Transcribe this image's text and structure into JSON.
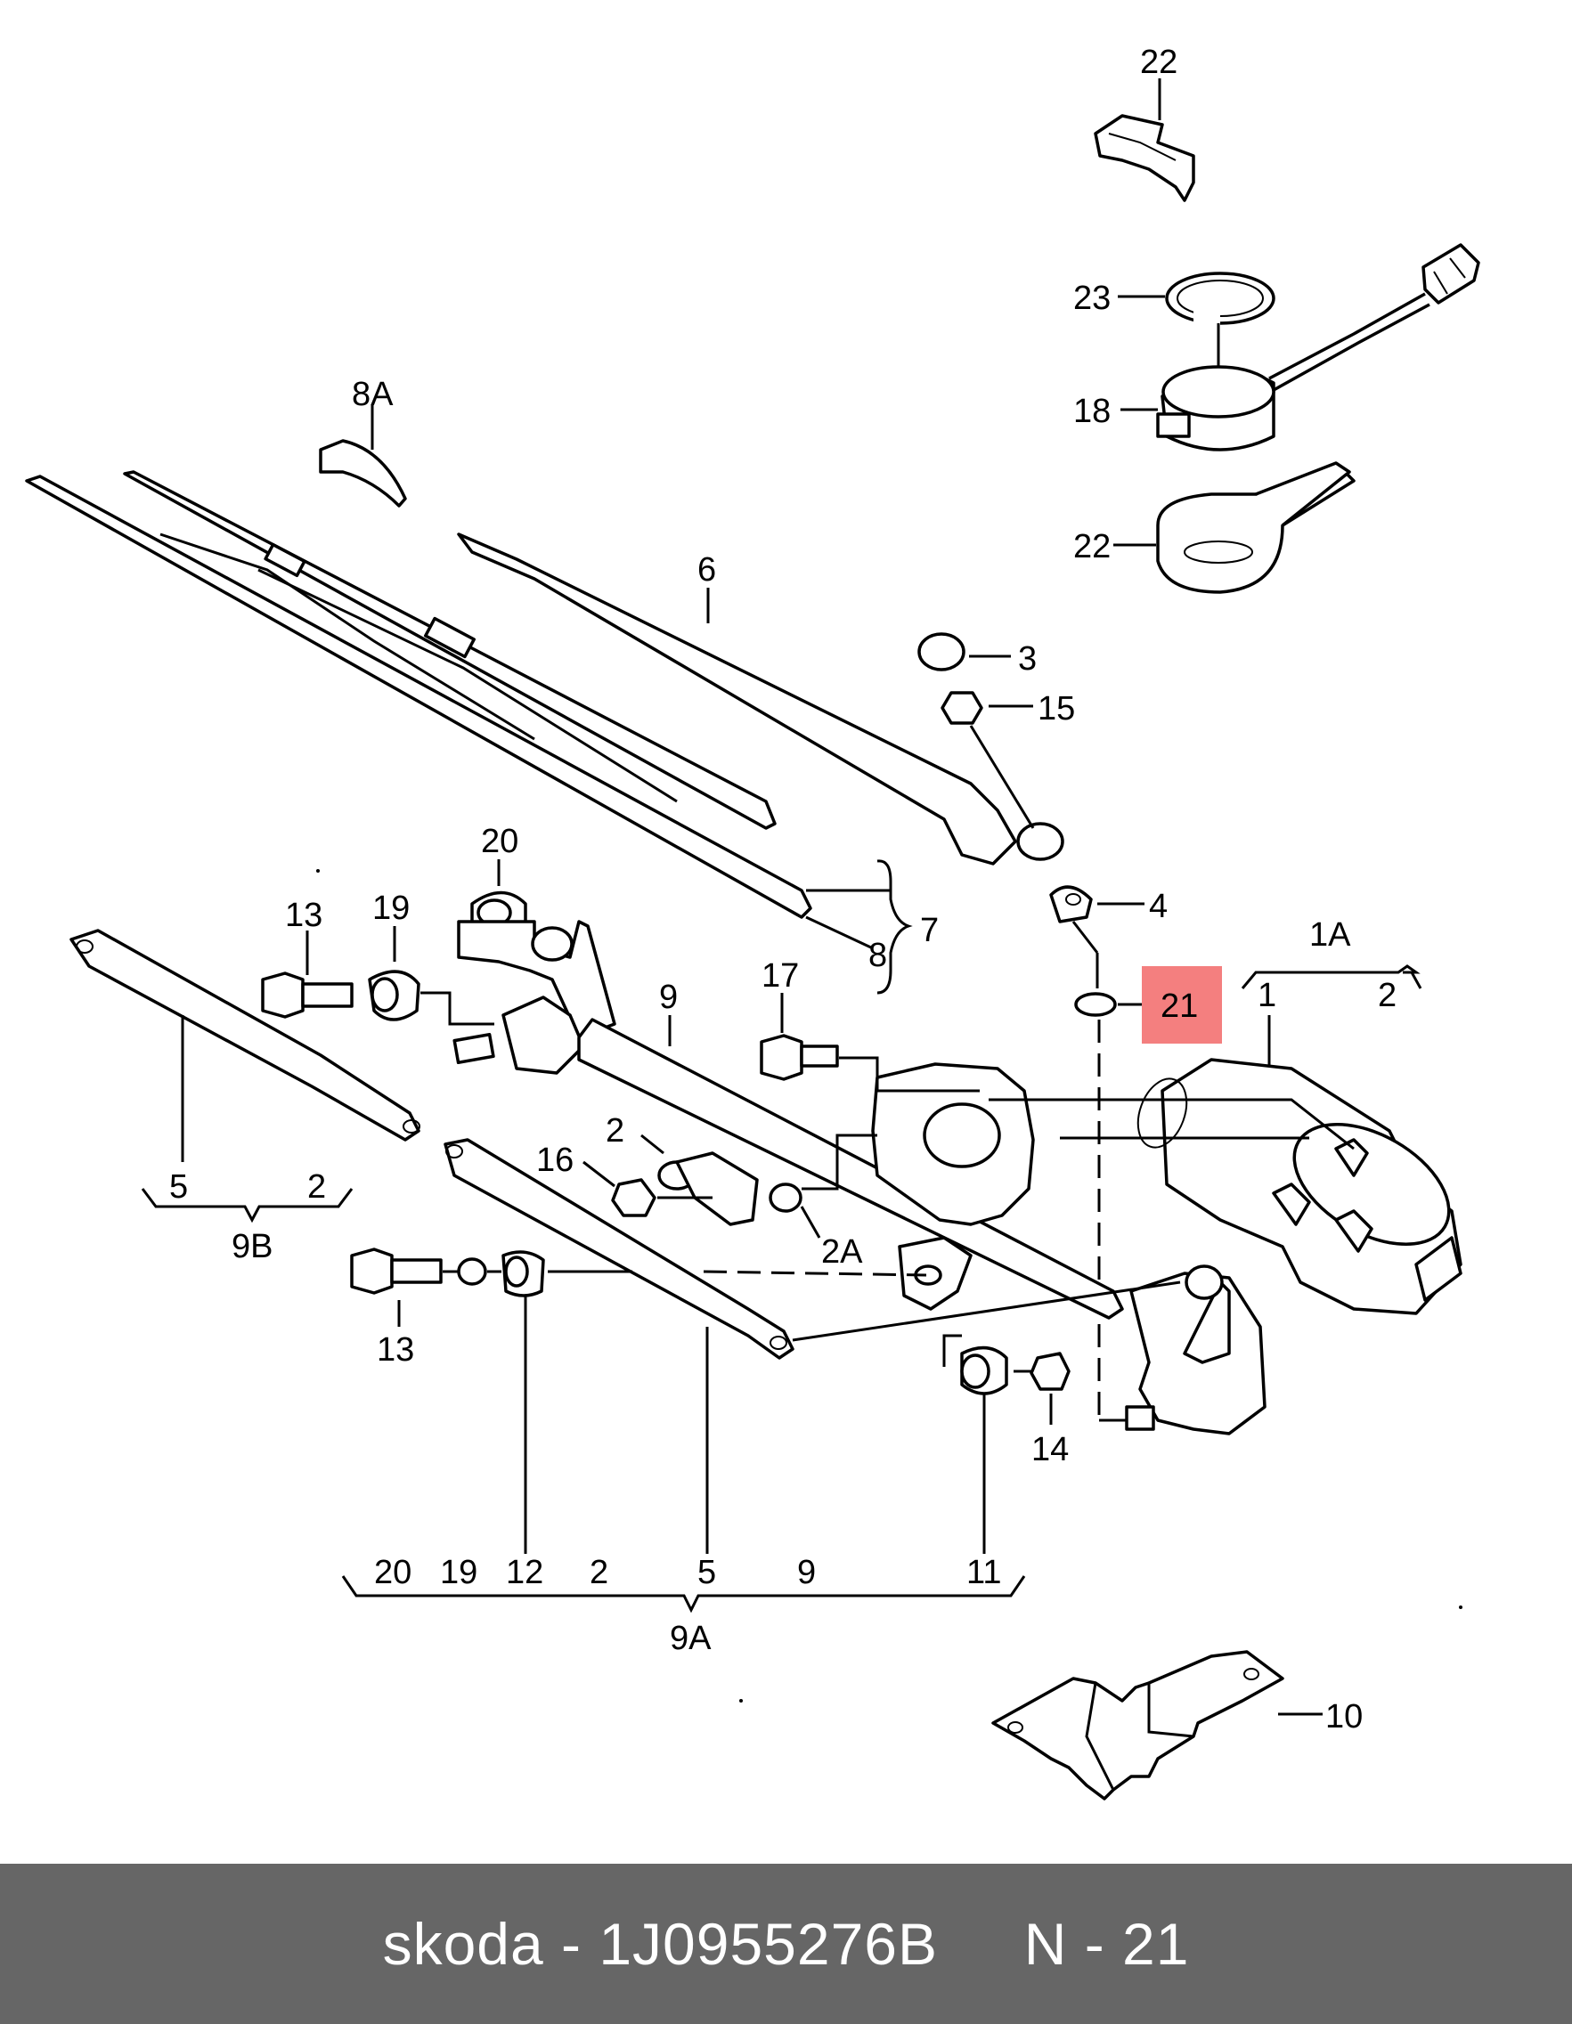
{
  "labels": {
    "l22a": "22",
    "l23": "23",
    "l18": "18",
    "l22b": "22",
    "l8A": "8A",
    "l6": "6",
    "l3": "3",
    "l15": "15",
    "l4": "4",
    "l1A": "1A",
    "l1": "1",
    "l2r": "2",
    "l21": "21",
    "l20a": "20",
    "l13a": "13",
    "l19a": "19",
    "l7": "7",
    "l8": "8",
    "l9": "9",
    "l17": "17",
    "l2c": "2",
    "l16": "16",
    "l2A": "2A",
    "l5a": "5",
    "l2b": "2",
    "l9B": "9B",
    "l13b": "13",
    "l14": "14",
    "b20": "20",
    "b19": "19",
    "b12": "12",
    "b2": "2",
    "b5": "5",
    "b9": "9",
    "b11": "11",
    "l9A": "9A",
    "l10": "10"
  },
  "highlight": {
    "label": "21",
    "color": "#f47f7f"
  },
  "footer": {
    "brand": "skoda",
    "separator": " - ",
    "part_number": "1J0955276B",
    "gap": "     ",
    "position": "N - 21"
  },
  "colors": {
    "footer_bg": "#666666",
    "footer_text": "#ffffff"
  }
}
